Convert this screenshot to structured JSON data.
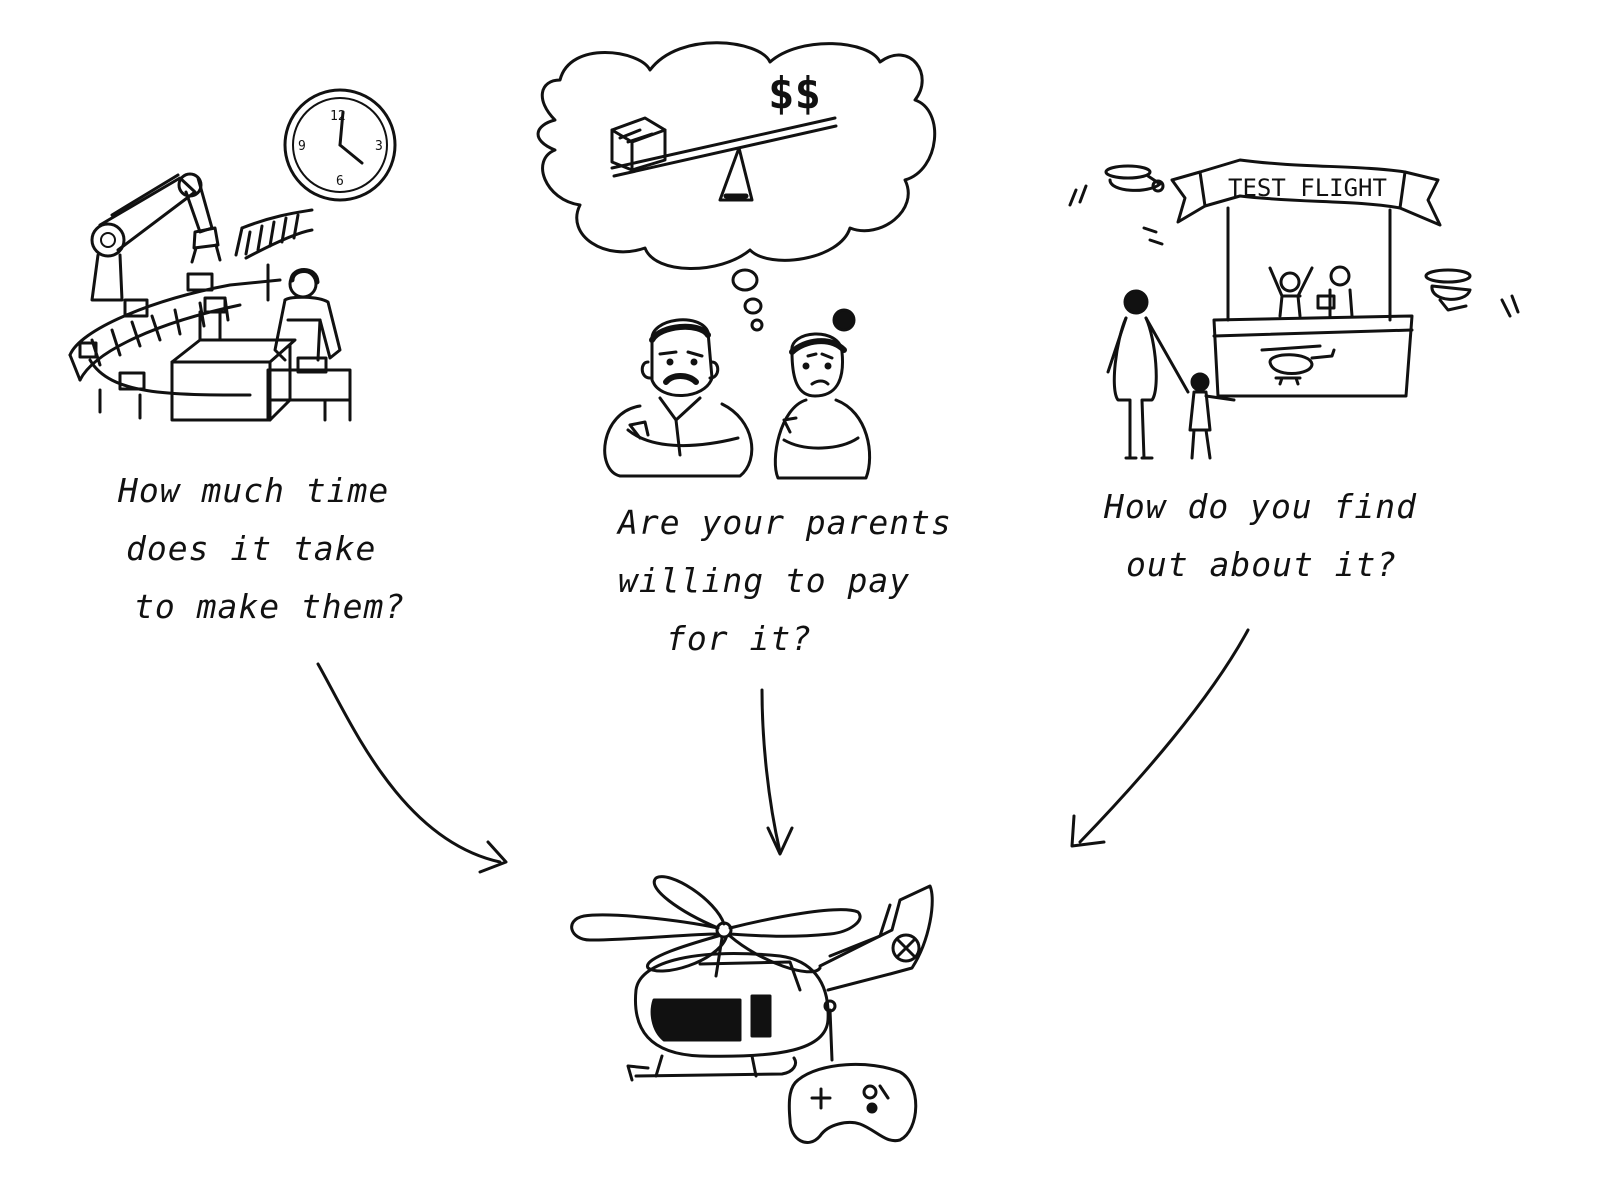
{
  "diagram": {
    "questions": {
      "production_time": [
        "How much time",
        "does it take",
        "to make them?"
      ],
      "parents_willing": [
        "Are your parents",
        "willing to pay",
        "for it?"
      ],
      "find_out": [
        "How do you find",
        "out about it?"
      ]
    },
    "booth_banner": "TEST FLIGHT",
    "money_symbols": "$$",
    "clock_numbers": [
      "12",
      "3",
      "6",
      "9"
    ],
    "center_product": "toy-helicopter-with-remote-controller",
    "ink_color": "#111111",
    "paper_color": "#ffffff"
  }
}
